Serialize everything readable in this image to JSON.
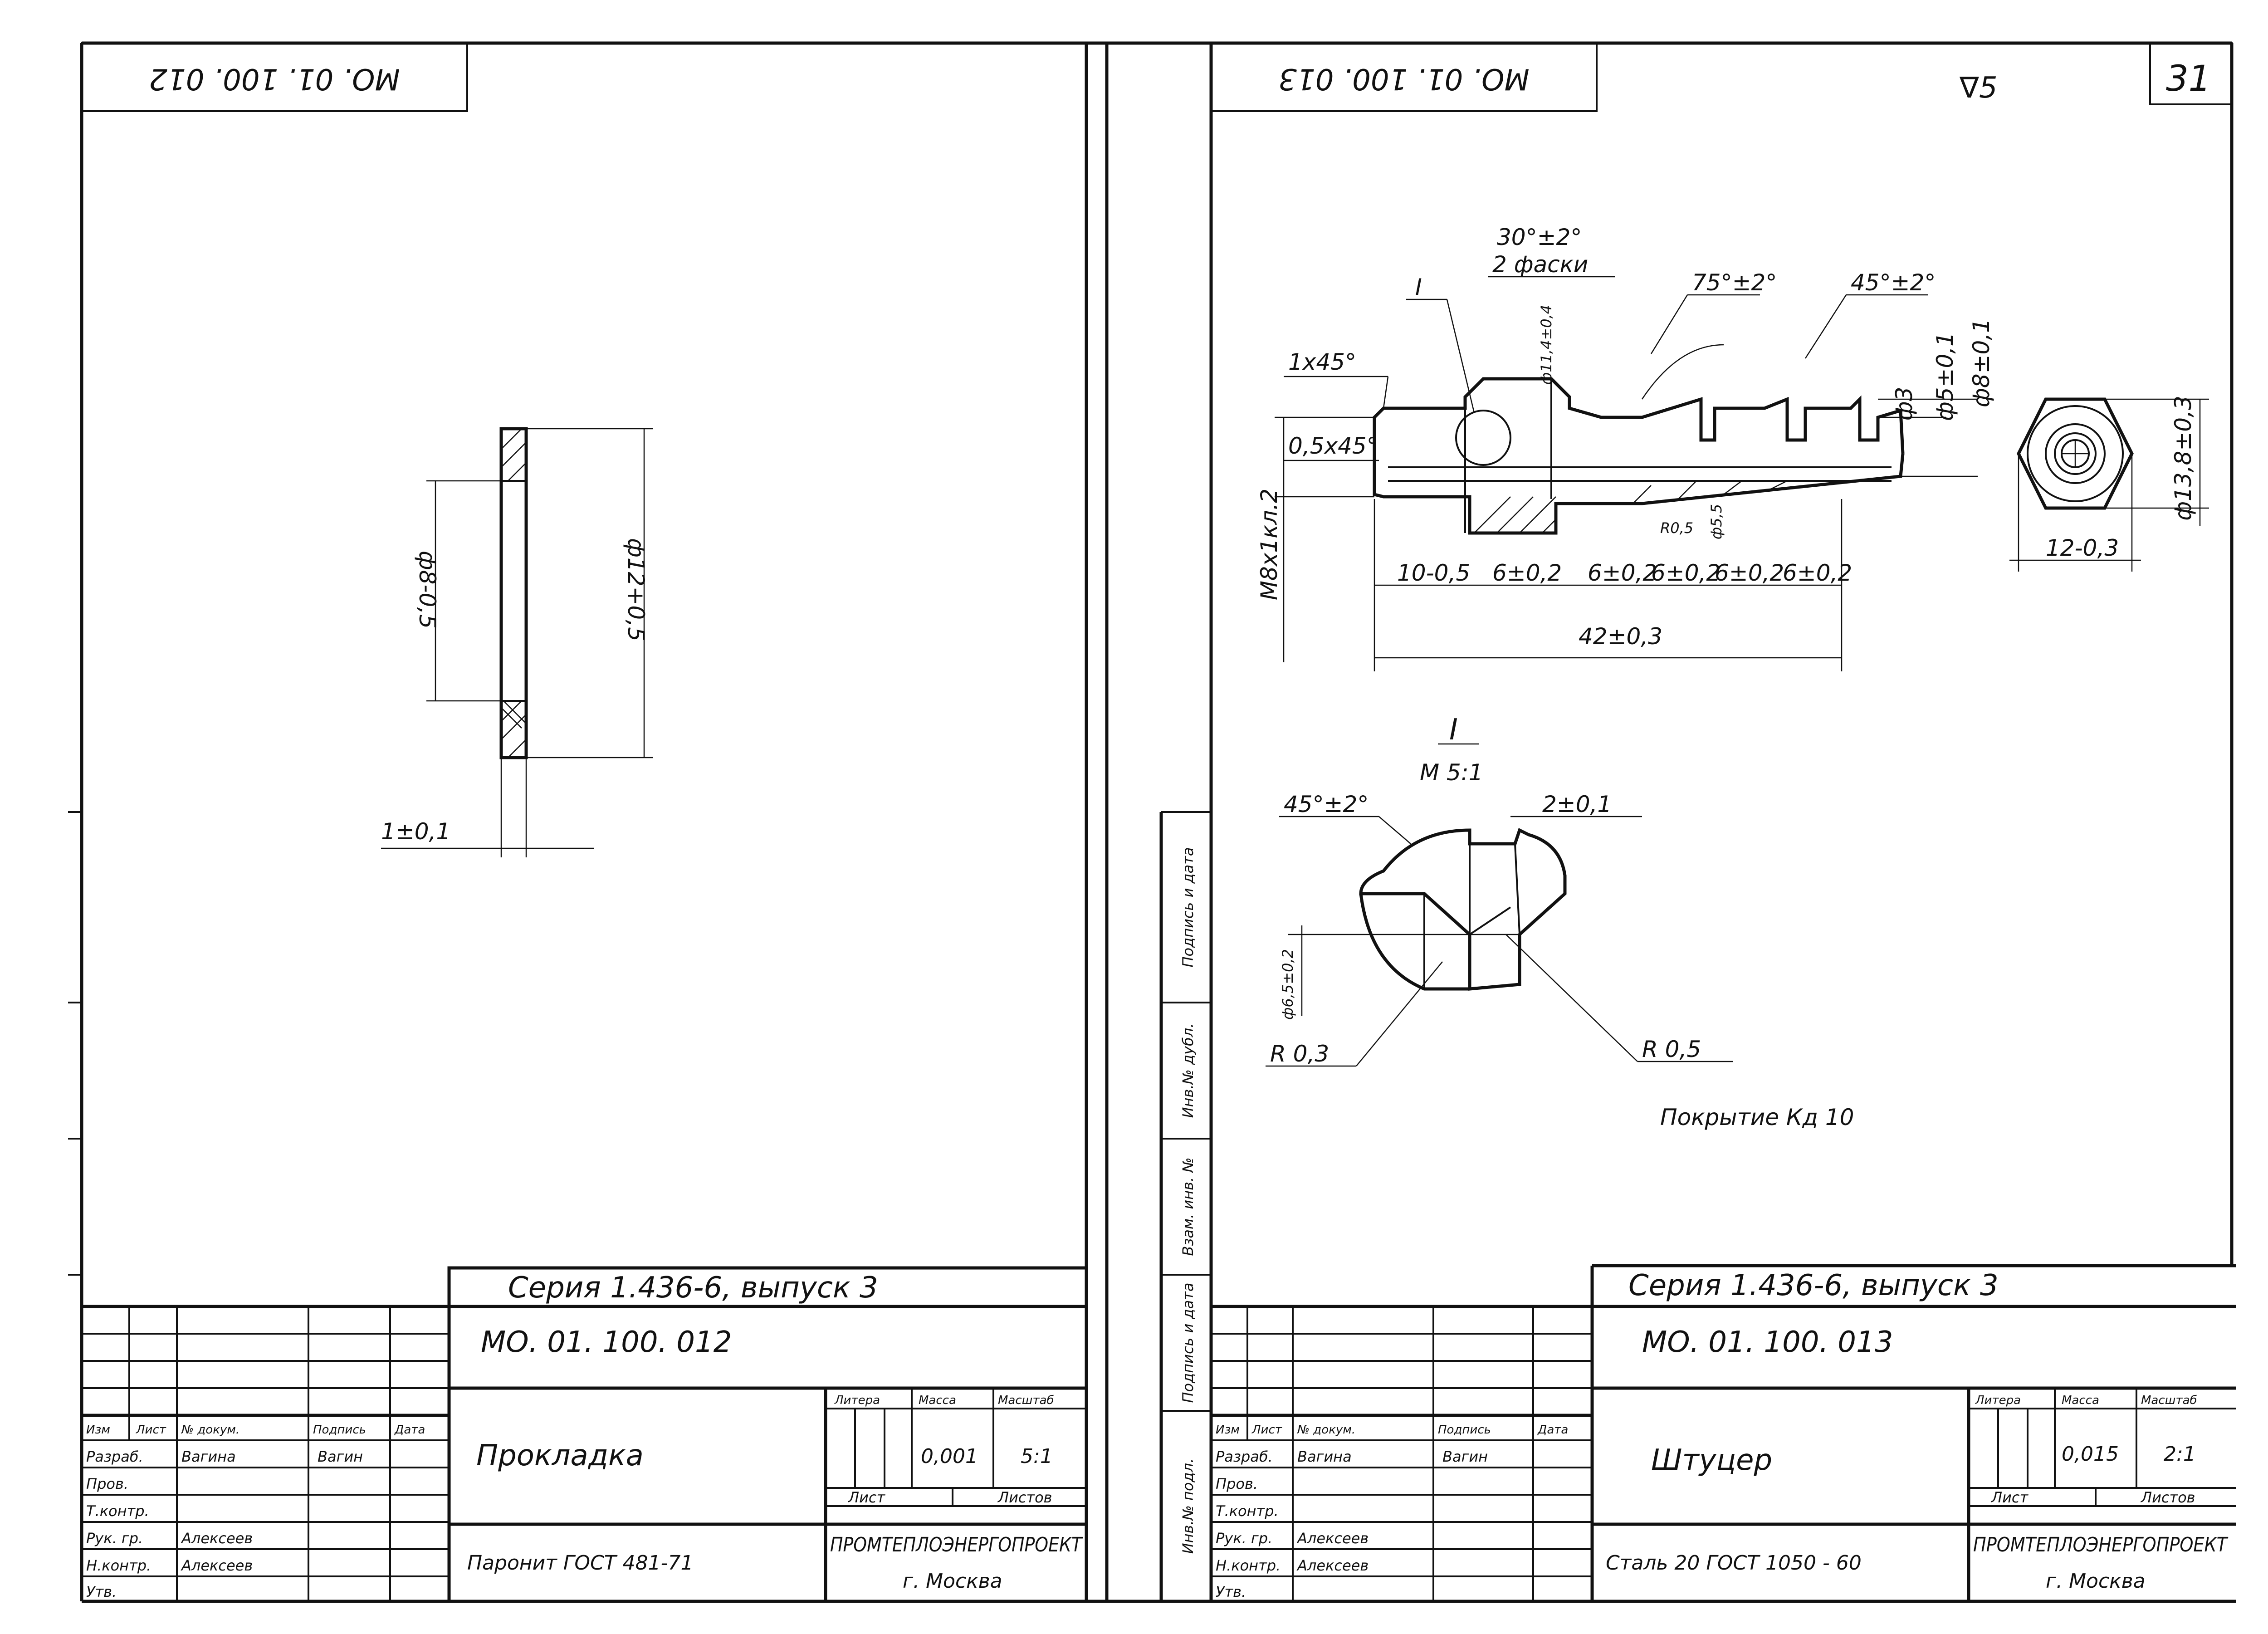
{
  "left_sheet": {
    "corner_code": "МО. 01. 100. 012",
    "dims": {
      "inner_dia": "ф8-0,5",
      "outer_dia": "ф12+0,5",
      "thickness": "1±0,1"
    },
    "series": "Серия 1.436-6, выпуск 3",
    "doc_code": "МО. 01. 100. 012",
    "part_name": "Прокладка",
    "material": "Паронит ГОСТ 481-71",
    "header_labels": {
      "litera": "Литера",
      "massa": "Масса",
      "masshtab": "Масштаб",
      "list": "Лист",
      "listov": "Листов"
    },
    "massa": "0,001",
    "scale": "5:1",
    "org": "ПРОМТЕПЛОЭНЕРГОПРОЕКТ",
    "city": "г. Москва",
    "roles": {
      "izm": "Изм",
      "list": "Лист",
      "doc_no": "№ докум.",
      "sign": "Подпись",
      "date": "Дата",
      "razrab": "Разраб.",
      "prov": "Пров.",
      "tkontr": "Т.контр.",
      "nach": "Рук. гр.",
      "nkontr": "Н.контр.",
      "utv": "Утв."
    },
    "names": {
      "razrab": "Вагина",
      "razrab_sign": "Вагин",
      "nach": "Алексеев",
      "nkontr": "Алексеев"
    }
  },
  "right_sheet": {
    "corner_code": "МО. 01. 100. 013",
    "roughness": "∇5",
    "sheet_no": "31",
    "dims": {
      "angle1": "30°±2°",
      "angle1_note": "2 фаски",
      "angle2": "75°±2°",
      "angle3": "45°±2°",
      "chamfer1": "1х45°",
      "chamfer2": "0,5х45°",
      "mark_I": "I",
      "hex_dia": "ф11,4±0,4",
      "d3": "ф3",
      "d5": "ф5±0,1",
      "d8": "ф8±0,1",
      "d55": "ф5,5",
      "r05": "R0,5",
      "thread": "М8х1кл.2",
      "seg1": "10-0,5",
      "seg2": "6±0,2",
      "seg3": "6±0,2",
      "seg4": "6±0,2",
      "seg5": "6±0,2",
      "seg6": "6±0,2",
      "total": "42±0,3",
      "across_flats": "12-0,3",
      "hex_outer": "ф13,8±0,3"
    },
    "detail": {
      "title": "I",
      "scale": "М 5:1",
      "angle": "45°±2°",
      "width": "2±0,1",
      "dia": "ф6,5±0,2",
      "r1": "R 0,3",
      "r2": "R 0,5"
    },
    "coating": "Покрытие  Кд 10",
    "side_labels": [
      "Подпись и дата",
      "Инв.№ дубл.",
      "Взам. инв. №",
      "Подпись и дата",
      "Инв.№ подл."
    ],
    "series": "Серия 1.436-6, выпуск 3",
    "doc_code": "МО. 01. 100. 013",
    "part_name": "Штуцер",
    "material": "Сталь 20 ГОСТ 1050 - 60",
    "header_labels": {
      "litera": "Литера",
      "massa": "Масса",
      "masshtab": "Масштаб",
      "list": "Лист",
      "listov": "Листов"
    },
    "massa": "0,015",
    "scale": "2:1",
    "org": "ПРОМТЕПЛОЭНЕРГОПРОЕКТ",
    "city": "г. Москва",
    "roles": {
      "izm": "Изм",
      "list": "Лист",
      "doc_no": "№ докум.",
      "sign": "Подпись",
      "date": "Дата",
      "razrab": "Разраб.",
      "prov": "Пров.",
      "tkontr": "Т.контр.",
      "nach": "Рук. гр.",
      "nkontr": "Н.контр.",
      "utv": "Утв."
    },
    "names": {
      "razrab": "Вагина",
      "razrab_sign": "Вагин",
      "nach": "Алексеев",
      "nkontr": "Алексеев"
    }
  }
}
